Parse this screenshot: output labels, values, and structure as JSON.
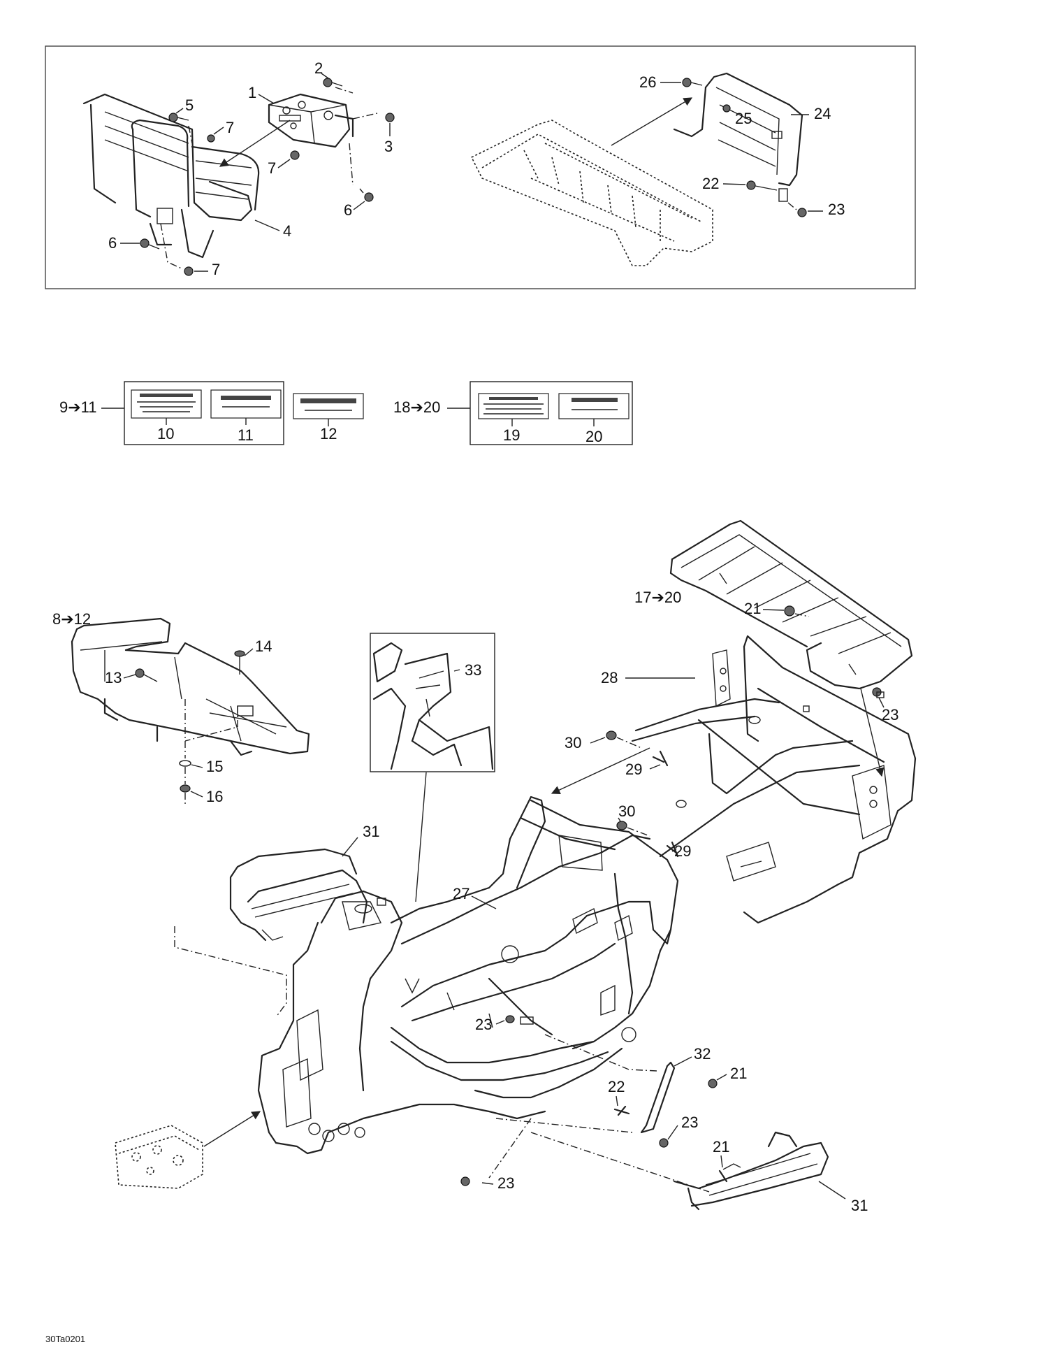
{
  "callouts": {
    "c1": "1",
    "c2": "2",
    "c3": "3",
    "c4": "4",
    "c5": "5",
    "c6a": "6",
    "c6b": "6",
    "c7a": "7",
    "c7b": "7",
    "c7c": "7",
    "c8": "8➔12",
    "c9": "9➔11",
    "c10": "10",
    "c11": "11",
    "c12": "12",
    "c13": "13",
    "c14": "14",
    "c15": "15",
    "c16": "16",
    "c17": "17➔20",
    "c18": "18➔20",
    "c19": "19",
    "c20": "20",
    "c21a": "21",
    "c21b": "21",
    "c21c": "21",
    "c22a": "22",
    "c22b": "22",
    "c23a": "23",
    "c23b": "23",
    "c23c": "23",
    "c23d": "23",
    "c23e": "23",
    "c24": "24",
    "c25": "25",
    "c26": "26",
    "c27": "27",
    "c28": "28",
    "c29a": "29",
    "c29b": "29",
    "c30a": "30",
    "c30b": "30",
    "c31a": "31",
    "c31b": "31",
    "c32": "32",
    "c33": "33"
  },
  "figure_code": "30Ta0201",
  "colors": {
    "line": "#222222",
    "background": "#ffffff"
  },
  "icons": {
    "arrow": "arrow-icon"
  }
}
